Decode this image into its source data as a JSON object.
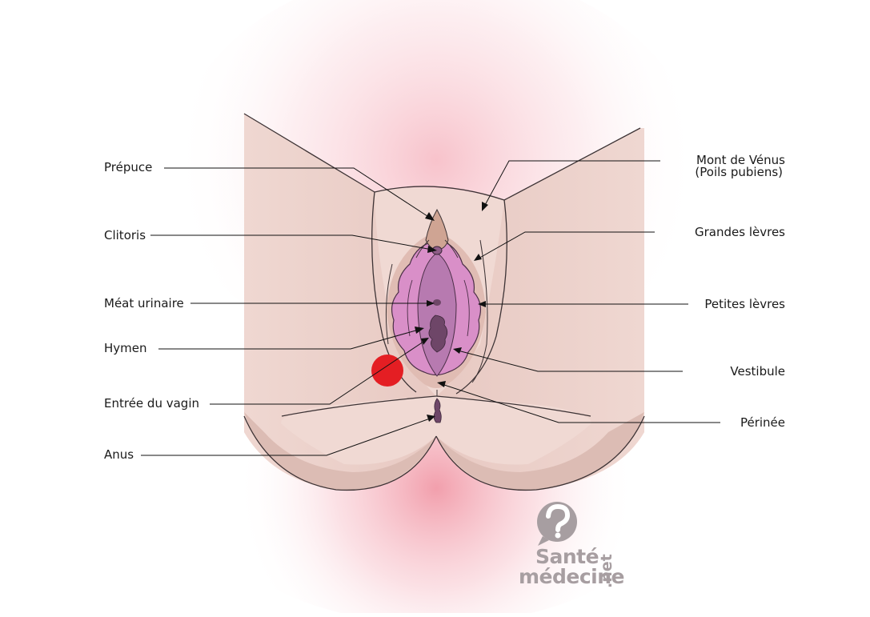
{
  "labels_left": {
    "prepuce": "Prépuce",
    "clitoris": "Clitoris",
    "meat": "Méat urinaire",
    "hymen": "Hymen",
    "entree": "Entrée du vagin",
    "anus": "Anus"
  },
  "labels_right": {
    "mont_line1": "Mont de Vénus",
    "mont_line2": "(Poils pubiens)",
    "grandes": "Grandes lèvres",
    "petites": "Petites lèvres",
    "vestibule": "Vestibule",
    "perinee": "Périnée"
  },
  "watermark": {
    "line1": "Santé",
    "line2": "médecine",
    "suffix": ".net"
  },
  "colors": {
    "skin": "#eed3cd",
    "skin_shadow": "#e1bdb4",
    "labia_minora": "#d98fc8",
    "vestibule": "#b77ab0",
    "opening": "#6e4668",
    "marker": "#e41e23",
    "glow": "#f3a6b2"
  }
}
